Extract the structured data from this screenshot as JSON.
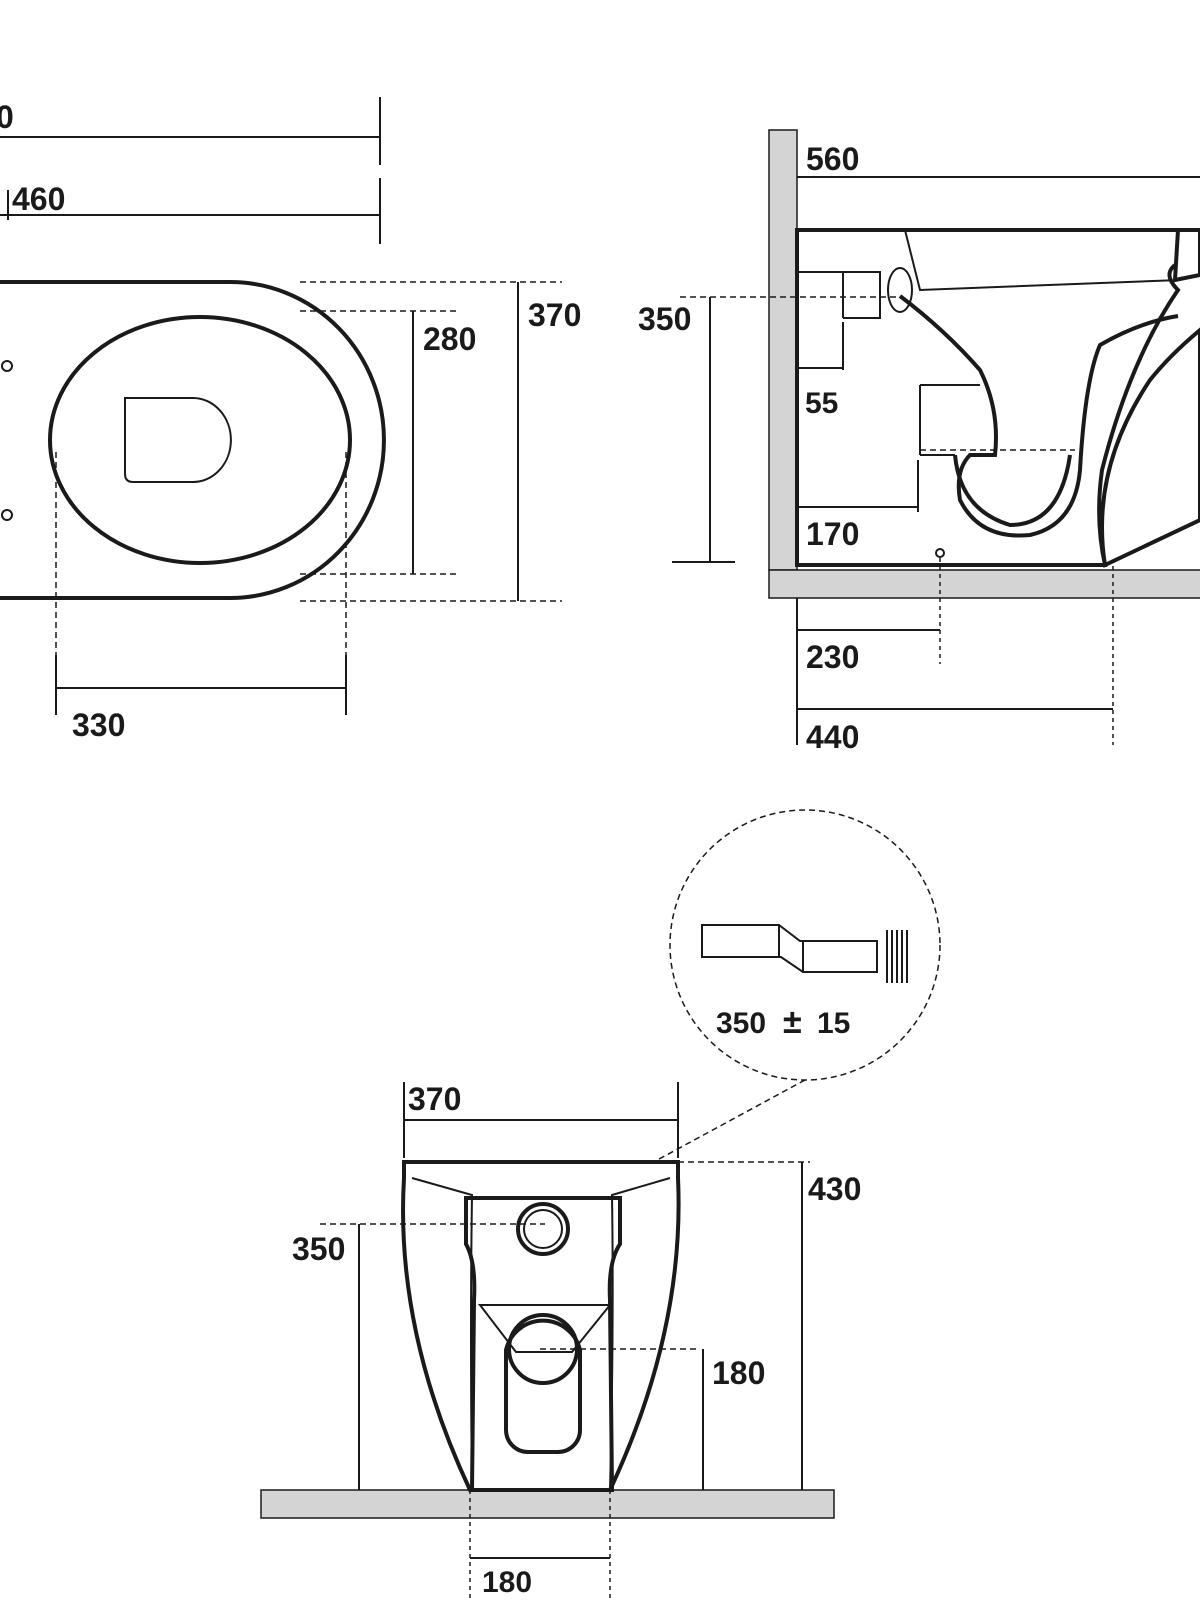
{
  "top_view": {
    "overall_length_partial": "0",
    "length_460": "460",
    "width_370": "370",
    "seat_width_280": "280",
    "seat_length_330": "330"
  },
  "side_view": {
    "projection_560": "560",
    "height_350": "350",
    "dim_55": "55",
    "dim_170": "170",
    "dim_230": "230",
    "dim_440": "440"
  },
  "detail": {
    "label_prefix": "350",
    "plus_minus": "±",
    "tolerance": "15"
  },
  "rear_view": {
    "width_370": "370",
    "height_430": "430",
    "height_350": "350",
    "height_180": "180",
    "base_180": "180"
  },
  "colors": {
    "line": "#1a1a1a",
    "floor": "#d4d4d4",
    "background": "#ffffff"
  }
}
